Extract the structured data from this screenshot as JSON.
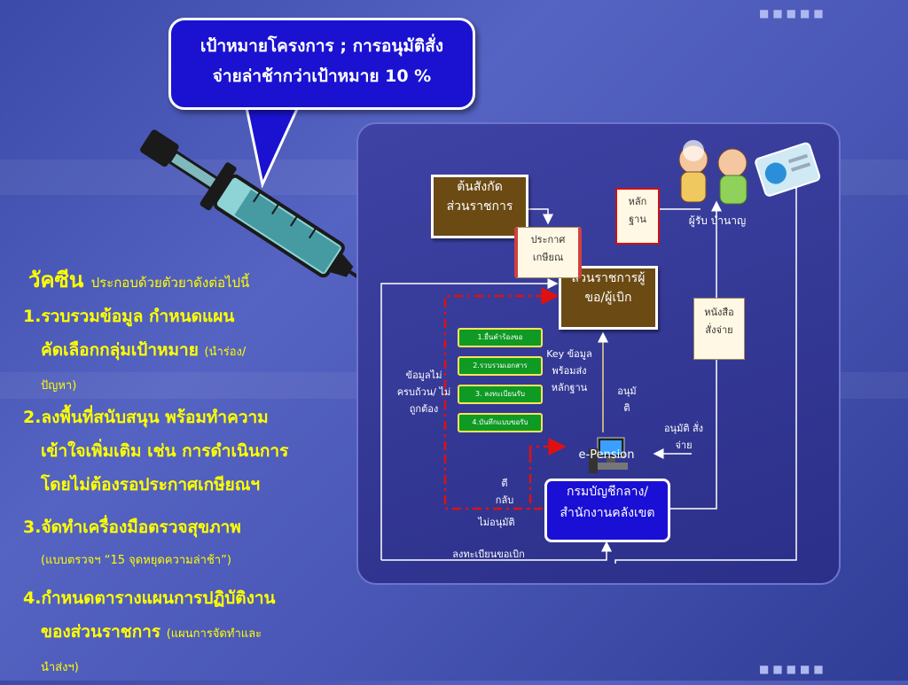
{
  "callout": {
    "line1": "เป้าหมายโครงการ ; การอนุมัติสั่ง",
    "line2": "จ่ายล่าช้ากว่าเป้าหมาย 10 %"
  },
  "heading": {
    "title": "วัคซีน",
    "subtitle": "ประกอบด้วยตัวยาดังต่อไปนี้"
  },
  "items": [
    {
      "num": "1.",
      "line1": "รวบรวมข้อมูล กำหนดแผน",
      "line2": "คัดเลือกกลุ่มเป้าหมาย",
      "sub": "(นำร่อง/",
      "line3": "ปัญหา)"
    },
    {
      "num": "2.",
      "line1": "ลงพื้นที่สนับสนุน พร้อมทำความ",
      "line2": "เข้าใจเพิ่มเติม เช่น การดำเนินการ",
      "line3": "โดยไม่ต้องรอประกาศเกษียณฯ"
    },
    {
      "num": "3.",
      "line1": "จัดทำเครื่องมือตรวจสุขภาพ",
      "sub": "(แบบตรวจฯ “15 จุดหยุดความล่าช้า”)"
    },
    {
      "num": "4.",
      "line1": "กำหนดตารางแผนการปฏิบัติงาน",
      "line2": "ของส่วนราชการ",
      "sub": "(แผนการจัดทำและ",
      "line3": "นำส่งฯ)"
    }
  ],
  "diagram": {
    "box_top": "ต้นสังกัด ส่วนราชการ",
    "box_mid": "ส่วนราชการผู้ขอ/ผู้เบิก",
    "box_bottom": "กรมบัญชีกลาง/สำนักงานคลังเขต",
    "note_announce": "ประกาศ เกษียณ",
    "note_evidence": "หลัก ฐาน",
    "note_letter": "หนังสือ สั่งจ่าย",
    "recipient": "ผู้รับ บำนาญ",
    "steps": [
      "1.ยื่นคำร้องขอ",
      "2.รวบรวมเอกสาร",
      "3. ลงทะเบียนรับ",
      "4.บันทึกแบบขอรับ"
    ],
    "incomplete": "ข้อมูลไม่ ครบถ้วน/ ไม่ ถูกต้อง",
    "key_data": "Key ข้อมูล พร้อมส่ง หลักฐาน",
    "approve": "อนุมั ติ",
    "approve_order": "อนุมัติ สั่งจ่าย",
    "epension": "e-Pension",
    "return": "ตี กลับ",
    "not_approve": "ไม่อนุมัติ",
    "register": "ลงทะเบียนขอเบิก"
  }
}
